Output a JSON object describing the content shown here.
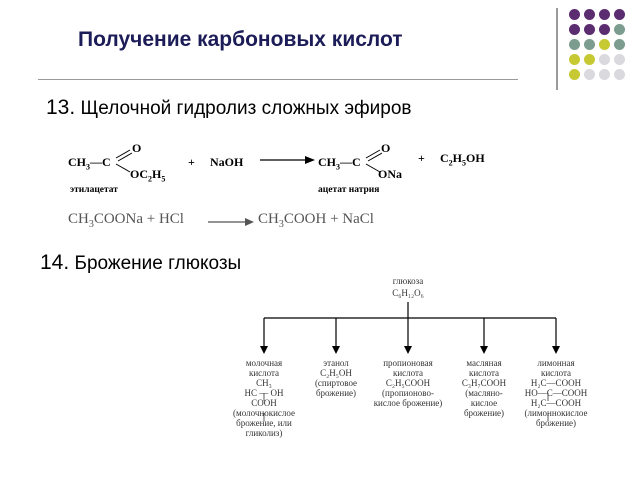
{
  "slide": {
    "title": "Получение карбоновых кислот",
    "item13": {
      "number": "13.",
      "text": "Щелочной гидролиз сложных эфиров"
    },
    "item14": {
      "number": "14.",
      "text": "Брожение глюкозы"
    }
  },
  "reaction1": {
    "r1_main": "CH",
    "r1_main_sub": "3",
    "r1_dash": "—C",
    "r1_o_top": "O",
    "r1_o_bottom": "OC",
    "r1_o_bottom_sub1": "2",
    "r1_o_bottom_rest": "H",
    "r1_o_bottom_sub2": "5",
    "r1_name": "этилацетат",
    "plus1": "+",
    "reagent": "NaOH",
    "p1_main": "CH",
    "p1_main_sub": "3",
    "p1_dash": "—C",
    "p1_o_top": "O",
    "p1_o_bottom": "ONa",
    "p1_name": "ацетат натрия",
    "plus2": "+",
    "p2": "C",
    "p2_sub1": "2",
    "p2_mid": "H",
    "p2_sub2": "5",
    "p2_end": "OH"
  },
  "reaction2": {
    "left_a": "CH",
    "left_a_sub": "3",
    "left_b": "COONa + HCl",
    "right_a": "CH",
    "right_a_sub": "3",
    "right_b": "COOH + NaCl"
  },
  "fermentation": {
    "root_name": "глюкоза",
    "root_formula": "C₆H₁₂O₆",
    "branches": [
      {
        "lines": [
          "молочная",
          "кислота",
          "CH₃",
          "HC — OH",
          "COOH",
          "(молочнокислое",
          "брожение, или",
          "гликолиз)"
        ]
      },
      {
        "lines": [
          "этанол",
          "C₂H₅OH",
          "(спиртовое",
          "брожение)"
        ]
      },
      {
        "lines": [
          "пропионовая",
          "кислота",
          "C₂H₅COOH",
          "(пропионово-",
          "кислое брожение)"
        ]
      },
      {
        "lines": [
          "масляная",
          "кислота",
          "C₃H₇COOH",
          "(маслянo-",
          "кислое",
          "брожение)"
        ]
      },
      {
        "lines": [
          "лимонная",
          "кислота",
          "H₂C—COOH",
          "HO—C—COOH",
          "H₂C—COOH",
          "(лимоннокислое",
          "брожение)"
        ]
      }
    ]
  },
  "decor": {
    "dot_colors": [
      "#5b2c6f",
      "#7b9c8e",
      "#c6c932",
      "#d9d9de"
    ]
  }
}
